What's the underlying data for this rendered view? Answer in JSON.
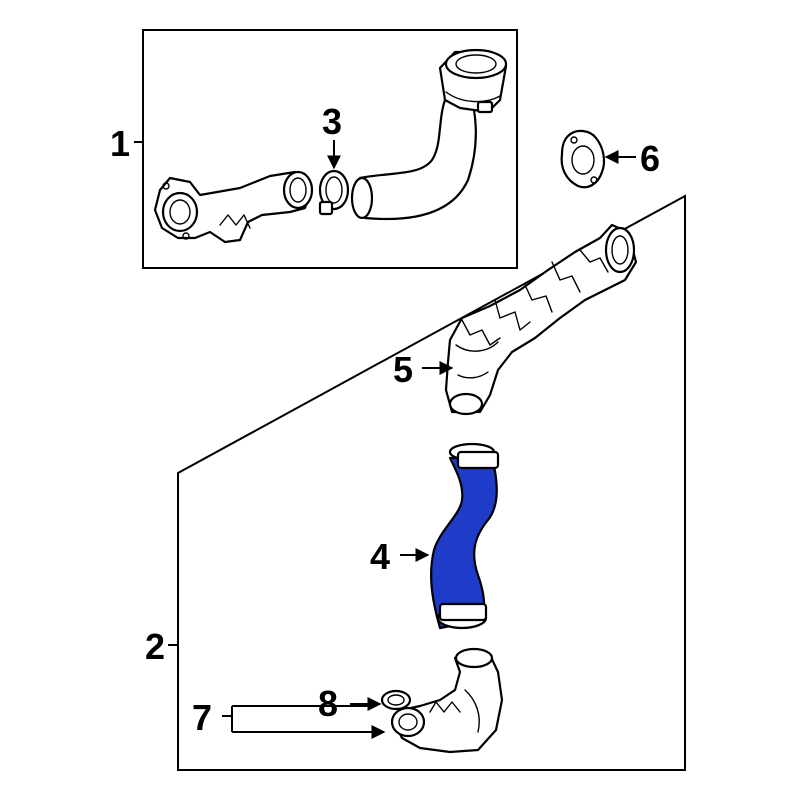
{
  "callouts": {
    "c1": "1",
    "c2": "2",
    "c3": "3",
    "c4": "4",
    "c5": "5",
    "c6": "6",
    "c7": "7",
    "c8": "8"
  },
  "colors": {
    "highlight": "#1e3cc8",
    "line": "#000000",
    "background": "#ffffff"
  }
}
